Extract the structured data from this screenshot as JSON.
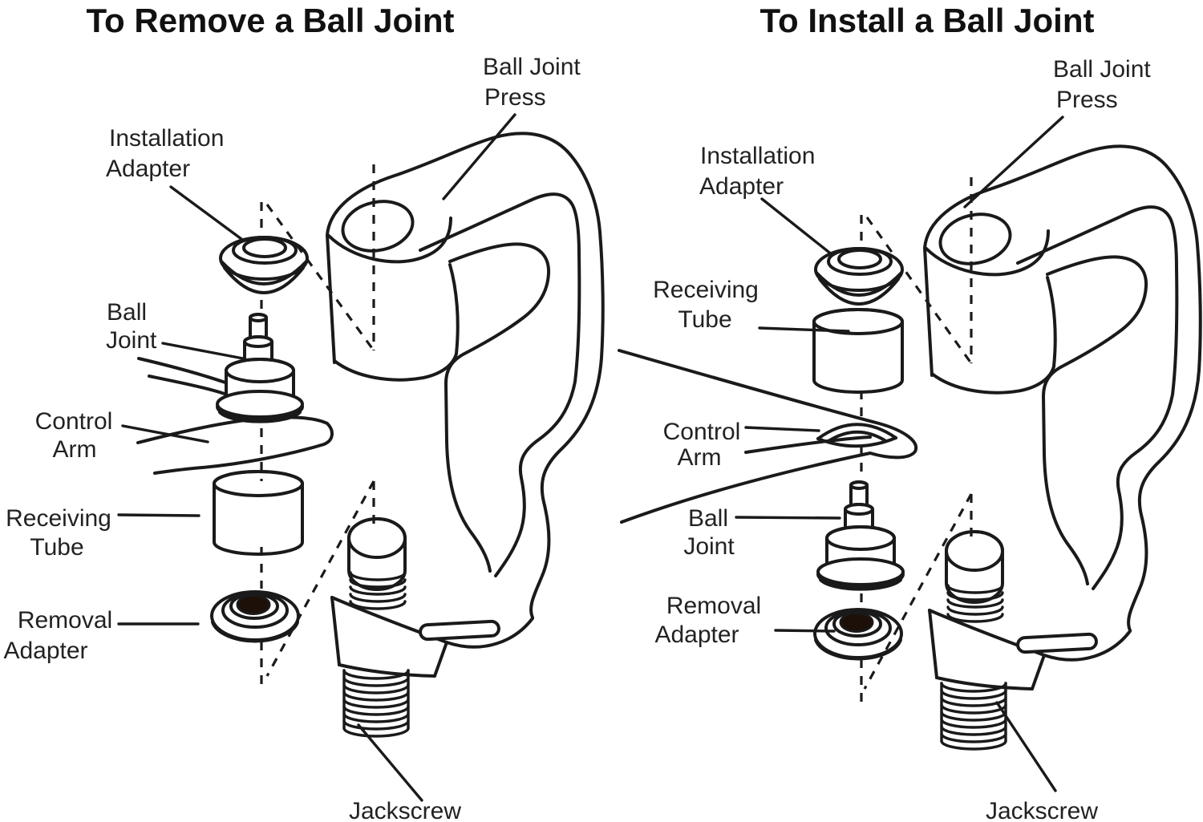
{
  "colors": {
    "background": "#ffffff",
    "line": "#1a1a1a",
    "text": "#1f1f1f",
    "removal_adapter_hole": "#1c1008"
  },
  "panels": {
    "remove": {
      "title": "To Remove a Ball Joint",
      "labels": {
        "ball_joint_press": {
          "line1": "Ball Joint",
          "line2": "Press"
        },
        "installation_adapter": {
          "line1": "Installation",
          "line2": "Adapter"
        },
        "ball_joint": {
          "line1": "Ball",
          "line2": "Joint"
        },
        "control_arm": {
          "line1": "Control",
          "line2": "Arm"
        },
        "receiving_tube": {
          "line1": "Receiving",
          "line2": "Tube"
        },
        "removal_adapter": {
          "line1": "Removal",
          "line2": "Adapter"
        },
        "jackscrew": "Jackscrew"
      }
    },
    "install": {
      "title": "To Install a Ball Joint",
      "labels": {
        "ball_joint_press": {
          "line1": "Ball Joint",
          "line2": "Press"
        },
        "installation_adapter": {
          "line1": "Installation",
          "line2": "Adapter"
        },
        "receiving_tube": {
          "line1": "Receiving",
          "line2": "Tube"
        },
        "control_arm": {
          "line1": "Control",
          "line2": "Arm"
        },
        "ball_joint": {
          "line1": "Ball",
          "line2": "Joint"
        },
        "removal_adapter": {
          "line1": "Removal",
          "line2": "Adapter"
        },
        "jackscrew": "Jackscrew"
      }
    }
  }
}
